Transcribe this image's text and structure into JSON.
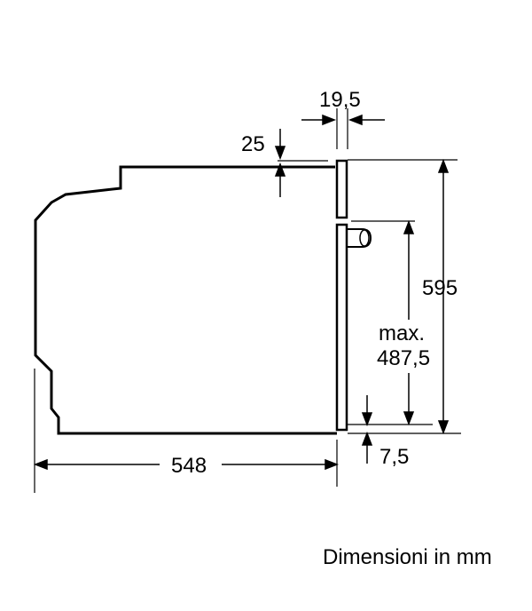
{
  "dimensions": {
    "gap_top": "25",
    "door_thickness": "19,5",
    "total_height": "595",
    "max_label": "max.",
    "max_value": "487,5",
    "bottom_gap": "7,5",
    "depth": "548"
  },
  "caption": "Dimensioni in mm"
}
